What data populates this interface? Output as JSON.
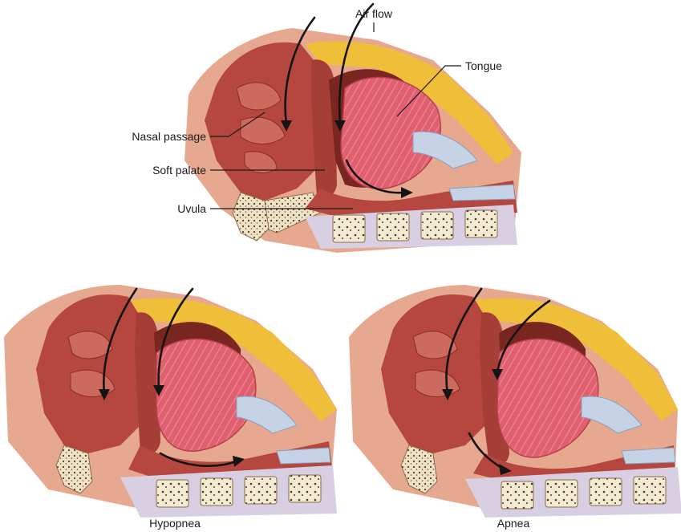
{
  "labels": {
    "air_flow": "Air flow",
    "tongue": "Tongue",
    "nasal_passage": "Nasal passage",
    "soft_palate": "Soft palate",
    "uvula": "Uvula"
  },
  "captions": {
    "hypopnea": "Hypopnea",
    "apnea": "Apnea"
  },
  "colors": {
    "tissue": "#b5473e",
    "tissue_light": "#d8766a",
    "tongue": "#e0606f",
    "tongue_fiber": "#f29aa6",
    "cavity": "#7a2620",
    "fat": "#f0bf3a",
    "cartilage": "#c6d3e6",
    "bone": "#efe2c4",
    "bone_dots": "#4d3a2a",
    "arrow": "#141414"
  }
}
